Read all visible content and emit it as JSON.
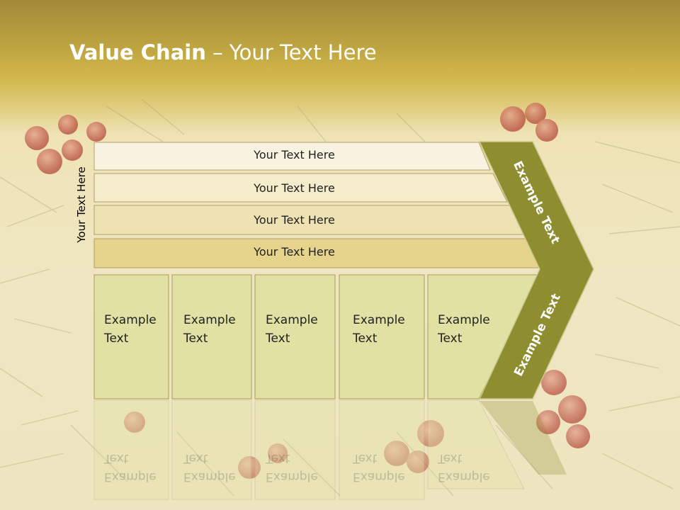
{
  "slide": {
    "title_bold": "Value Chain",
    "title_rest": " – Your Text Here",
    "side_label": "Your Text Here",
    "rows": [
      {
        "label": "Your Text Here",
        "fill": "#f8f3e0"
      },
      {
        "label": "Your Text Here",
        "fill": "#f4ecca"
      },
      {
        "label": "Your Text Here",
        "fill": "#eee2b2"
      },
      {
        "label": "Your Text Here",
        "fill": "#e6d48c"
      }
    ],
    "columns": [
      {
        "line1": "Example",
        "line2": "Text"
      },
      {
        "line1": "Example",
        "line2": "Text"
      },
      {
        "line1": "Example",
        "line2": "Text"
      },
      {
        "line1": "Example",
        "line2": "Text"
      },
      {
        "line1": "Example",
        "line2": "Text"
      }
    ],
    "arrow_top_label": "Example Text",
    "arrow_bottom_label": "Example Text",
    "colors": {
      "header": "#c9ad44",
      "arrow": "#8e8d2f",
      "column_fill": "#e2e1a4",
      "box_stroke": "#a89a5a"
    }
  }
}
